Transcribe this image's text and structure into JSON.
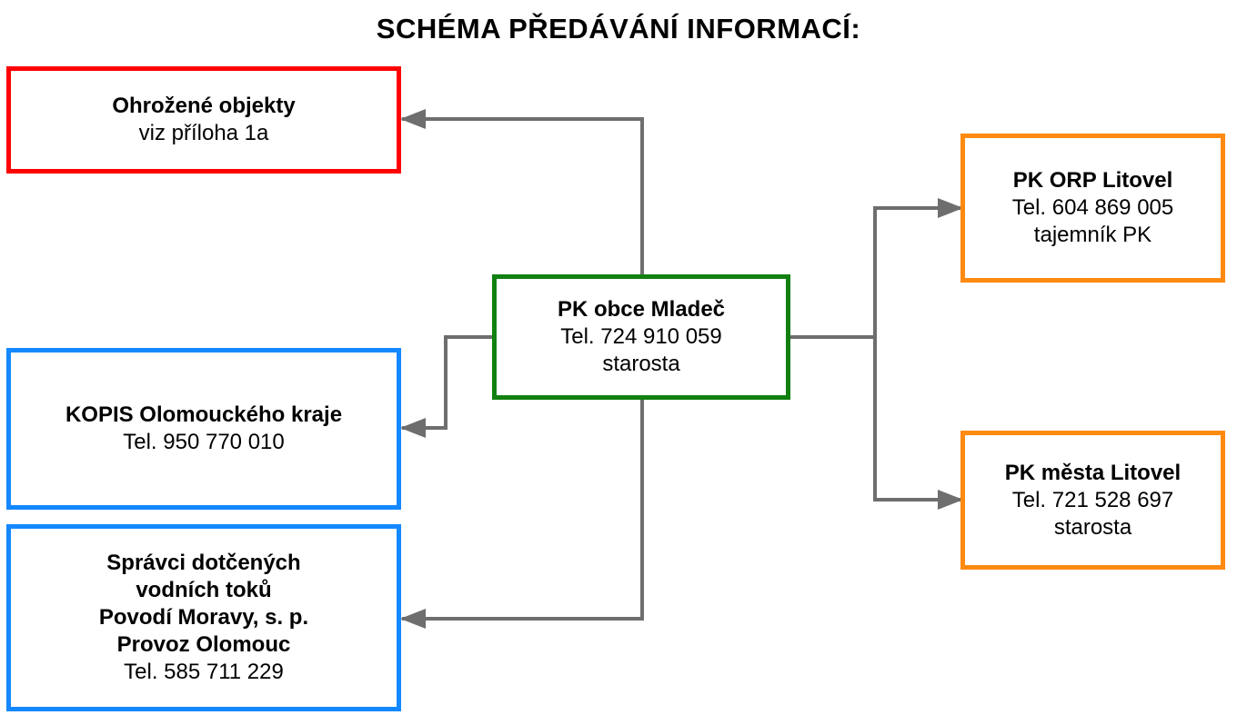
{
  "title": "SCHÉMA PŘEDÁVÁNÍ INFORMACÍ:",
  "colors": {
    "threatened": "#ff0000",
    "center": "#118011",
    "external": "#1488ff",
    "superior": "#ff8a10",
    "connector": "#6e6e6e"
  },
  "nodes": {
    "threatened_objects": {
      "name": "Ohrožené objekty",
      "line2": "viz příloha 1a"
    },
    "kopis": {
      "name": "KOPIS Olomouckého kraje",
      "phone": "Tel. 950 770 010"
    },
    "water": {
      "line1": "Správci dotčených",
      "line2": "vodních toků",
      "line3": "Povodí Moravy, s. p.",
      "line4": "Provoz Olomouc",
      "phone": "Tel. 585 711 229"
    },
    "center": {
      "name": "PK obce Mladeč",
      "phone": "Tel. 724 910 059",
      "role": "starosta"
    },
    "orp": {
      "name": "PK ORP Litovel",
      "phone": "Tel. 604 869 005",
      "role": "tajemník PK"
    },
    "city": {
      "name": "PK města Litovel",
      "phone": "Tel. 721 528 697",
      "role": "starosta"
    }
  },
  "edges": [
    {
      "from": "center",
      "to": "threatened_objects"
    },
    {
      "from": "center",
      "to": "kopis"
    },
    {
      "from": "center",
      "to": "water"
    },
    {
      "from": "center",
      "to": "orp"
    },
    {
      "from": "center",
      "to": "city"
    }
  ]
}
